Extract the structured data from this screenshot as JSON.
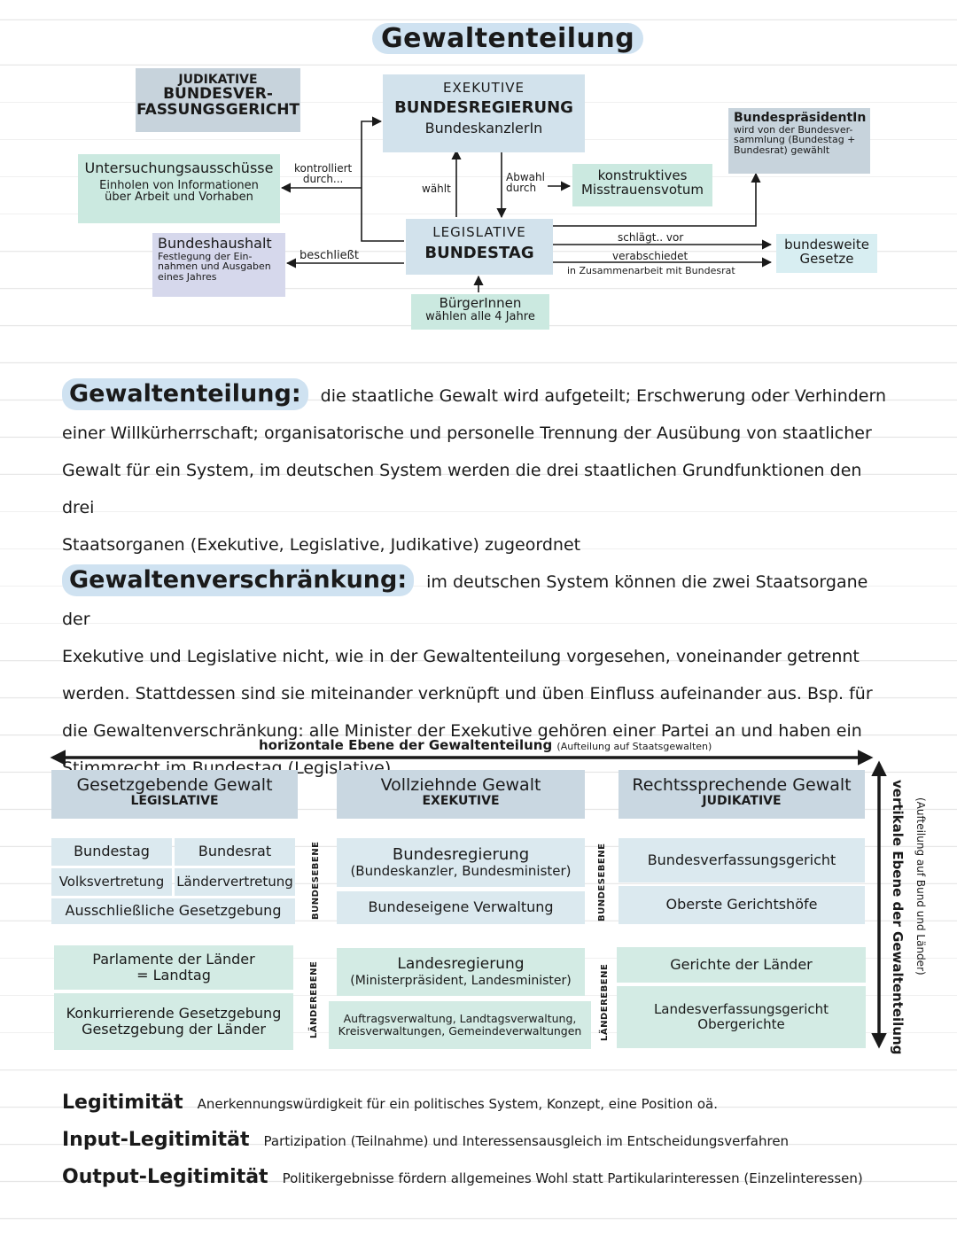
{
  "title": "Gewaltenteilung",
  "diagram": {
    "judikative": {
      "line1": "JUDIKATIVE",
      "line2": "BUNDESVER-",
      "line3": "FASSUNGSGERICHT"
    },
    "exekutive": {
      "line1": "EXEKUTIVE",
      "line2": "BUNDESREGIERUNG",
      "line3": "BundeskanzlerIn"
    },
    "bundespraesident": {
      "line1": "BundespräsidentIn",
      "line2": "wird von der Bundesver-",
      "line3": "sammlung (Bundestag +",
      "line4": "Bundesrat) gewählt"
    },
    "untersuchung": {
      "line1": "Untersuchungsausschüsse",
      "line2": "Einholen von Informationen",
      "line3": "über Arbeit und Vorhaben"
    },
    "kontrolliert": {
      "line1": "kontrolliert",
      "line2": "durch..."
    },
    "waehlt": "wählt",
    "abwahl": {
      "line1": "Abwahl",
      "line2": "durch"
    },
    "misstrauen": {
      "line1": "konstruktives",
      "line2": "Misstrauensvotum"
    },
    "legislative": {
      "line1": "LEGISLATIVE",
      "line2": "BUNDESTAG"
    },
    "haushalt": {
      "line1": "Bundeshaushalt",
      "line2": "Festlegung der Ein-",
      "line3": "nahmen und Ausgaben",
      "line4": "eines Jahres"
    },
    "beschliesst": "beschließt",
    "schlaegt": "schlägt.. vor",
    "verabschiedet": "verabschiedet",
    "zusammenarbeit": "in Zusammenarbeit mit Bundesrat",
    "gesetze": {
      "line1": "bundesweite",
      "line2": "Gesetze"
    },
    "buerger": {
      "line1": "BürgerInnen",
      "line2": "wählen alle 4 Jahre"
    }
  },
  "definitions": {
    "gewaltenteilung_term": "Gewaltenteilung:",
    "gewaltenteilung_l1": "die staatliche Gewalt wird aufgeteilt; Erschwerung oder Verhindern",
    "gewaltenteilung_l2": "einer Willkürherrschaft; organisatorische und personelle Trennung der Ausübung von staatlicher",
    "gewaltenteilung_l3": "Gewalt für ein System, im deutschen System werden die drei staatlichen Grundfunktionen den drei",
    "gewaltenteilung_l4": "Staatsorganen (Exekutive, Legislative, Judikative) zugeordnet",
    "verschraenkung_term": "Gewaltenverschränkung:",
    "verschraenkung_l1": "im deutschen System können die zwei Staatsorgane der",
    "verschraenkung_l2": "Exekutive und Legislative nicht, wie in der Gewaltenteilung vorgesehen, voneinander getrennt",
    "verschraenkung_l3": "werden. Stattdessen sind sie miteinander verknüpft und üben Einfluss aufeinander aus. Bsp. für",
    "verschraenkung_l4": "die Gewaltenverschränkung: alle Minister der Exekutive gehören einer Partei an und haben ein",
    "verschraenkung_l5": "Stimmrecht im Bundestag (Legislative)"
  },
  "grid": {
    "horizontal_label": "horizontale Ebene der Gewaltenteilung",
    "horizontal_note": "(Aufteilung auf Staatsgewalten)",
    "vertical_label": "vertikale Ebene der Gewaltenteilung",
    "vertical_note": "(Aufteilung auf Bund und Länder)",
    "bundesebene": "BUNDESEBENE",
    "laenderebene": "LÄNDEREBENE",
    "col1": {
      "head1": "Gesetzgebende Gewalt",
      "head2": "LEGISLATIVE",
      "b1": "Bundestag",
      "b2": "Bundesrat",
      "b3": "Volksvertretung",
      "b4": "Ländervertretung",
      "b5": "Ausschließliche Gesetzgebung",
      "l1a": "Parlamente der Länder",
      "l1b": "= Landtag",
      "l2a": "Konkurrierende Gesetzgebung",
      "l2b": "Gesetzgebung der Länder"
    },
    "col2": {
      "head1": "Vollziehnde Gewalt",
      "head2": "EXEKUTIVE",
      "b1a": "Bundesregierung",
      "b1b": "(Bundeskanzler, Bundesminister)",
      "b2": "Bundeseigene Verwaltung",
      "l1a": "Landesregierung",
      "l1b": "(Ministerpräsident, Landesminister)",
      "l2a": "Auftragsverwaltung, Landtagsverwaltung,",
      "l2b": "Kreisverwaltungen, Gemeindeverwaltungen"
    },
    "col3": {
      "head1": "Rechtssprechende Gewalt",
      "head2": "JUDIKATIVE",
      "b1": "Bundesverfassungsgericht",
      "b2": "Oberste Gerichtshöfe",
      "l1": "Gerichte der Länder",
      "l2a": "Landesverfassungsgericht",
      "l2b": "Obergerichte"
    }
  },
  "legitimacy": {
    "t1": "Legitimität",
    "d1": "Anerkennungswürdigkeit für ein politisches System, Konzept, eine Position oä.",
    "t2": "Input-Legitimität",
    "d2": "Partizipation (Teilnahme) und Interessensausgleich im Entscheidungsverfahren",
    "t3": "Output-Legitimität",
    "d3": "Politikergebnisse fördern allgemeines Wohl statt Partikularinteressen (Einzelinteressen)"
  },
  "colors": {
    "slate": "#c7d3dc",
    "blue": "#d2e2ec",
    "mint": "#cbe9e0",
    "lavender": "#d6d8ec",
    "highlight": "#cfe2f1"
  }
}
